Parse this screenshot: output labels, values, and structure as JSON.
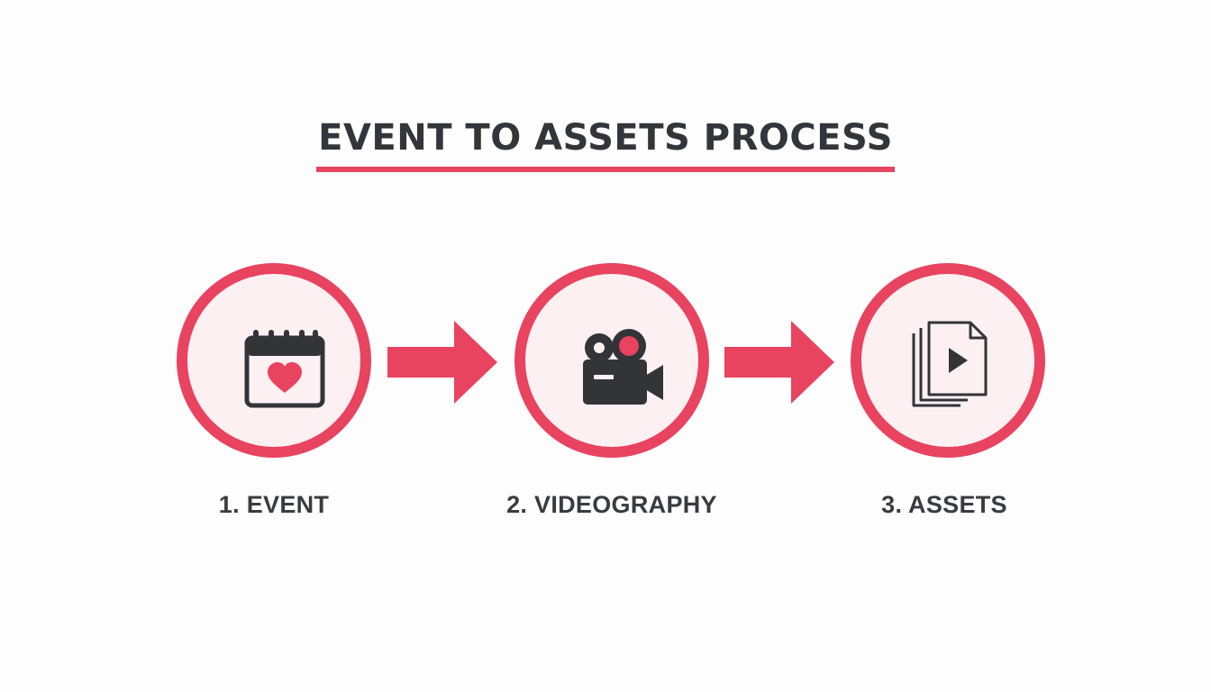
{
  "title": "EVENT TO ASSETS PROCESS",
  "steps": [
    {
      "label": "1. EVENT",
      "icon": "calendar-heart-icon"
    },
    {
      "label": "2. VIDEOGRAPHY",
      "icon": "video-camera-icon"
    },
    {
      "label": "3. ASSETS",
      "icon": "stacked-video-files-icon"
    }
  ],
  "colors": {
    "accent": "#e8435f",
    "circle_fill": "#fcf0f2",
    "icon": "#333438",
    "text": "#3a3b41",
    "background": "#fdfdfd"
  }
}
